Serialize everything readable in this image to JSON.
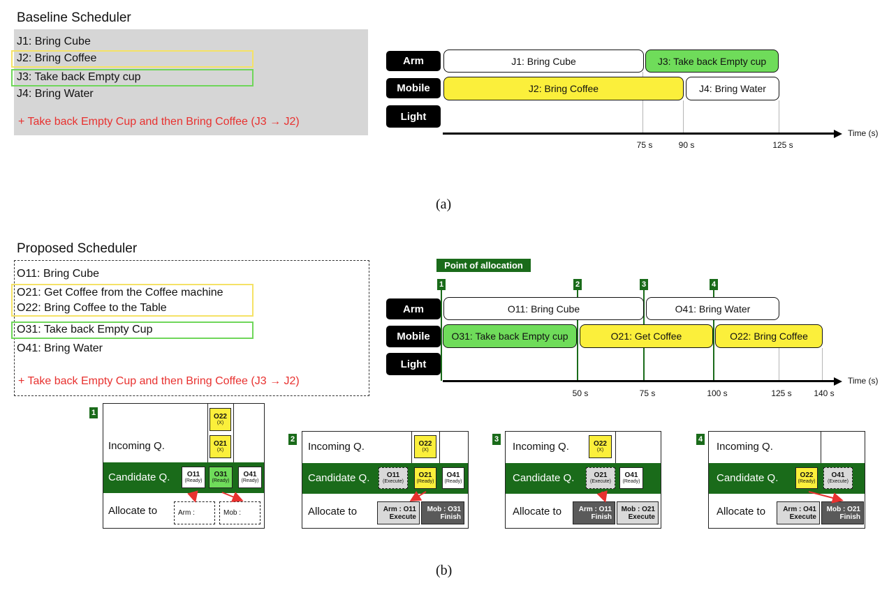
{
  "baseline": {
    "title": "Baseline Scheduler",
    "jobs": [
      "J1: Bring Cube",
      "J2: Bring Coffee",
      "J3: Take back Empty cup",
      "J4: Bring Water"
    ],
    "note": "+ Take back Empty Cup and then Bring Coffee (J3 → J2)"
  },
  "proposed": {
    "title": "Proposed Scheduler",
    "ops": [
      "O11: Bring Cube",
      "O21: Get Coffee from the Coffee machine",
      "O22: Bring Coffee to the Table",
      "O31: Take back Empty Cup",
      "O41: Bring Water"
    ],
    "note": "+ Take back Empty Cup and then Bring Coffee (J3 → J2)"
  },
  "resources": [
    "Arm",
    "Mobile",
    "Light"
  ],
  "gantt_a": {
    "bars": {
      "arm_1": "J1: Bring Cube",
      "arm_2": "J3: Take back Empty cup",
      "mobile_1": "J2: Bring Coffee",
      "mobile_2": "J4: Bring Water"
    },
    "ticks": [
      "75 s",
      "90 s",
      "125 s"
    ],
    "axis_title": "Time (s)"
  },
  "gantt_b": {
    "point_label": "Point of allocation",
    "points": [
      "1",
      "2",
      "3",
      "4"
    ],
    "bars": {
      "arm_1": "O11: Bring Cube",
      "arm_2": "O41: Bring Water",
      "mobile_1": "O31: Take back Empty cup",
      "mobile_2": "O21: Get Coffee",
      "mobile_3": "O22: Bring Coffee"
    },
    "ticks": [
      "50 s",
      "75 s",
      "100 s",
      "125 s",
      "140 s"
    ],
    "axis_title": "Time (s)"
  },
  "queue_labels": {
    "incoming": "Incoming Q.",
    "candidate": "Candidate Q.",
    "allocate": "Allocate to"
  },
  "panels": [
    {
      "num": "1",
      "incoming": [
        {
          "name": "O22",
          "state": "(X)"
        },
        {
          "name": "O21",
          "state": "(X)"
        }
      ],
      "candidate": [
        {
          "name": "O11",
          "state": "(Ready)"
        },
        {
          "name": "O31",
          "state": "(Ready)"
        },
        {
          "name": "O41",
          "state": "(Ready)"
        }
      ],
      "alloc": [
        {
          "line1": "Arm :",
          "line2": ""
        },
        {
          "line1": "Mob :",
          "line2": ""
        }
      ]
    },
    {
      "num": "2",
      "incoming": [
        {
          "name": "O22",
          "state": "(X)"
        }
      ],
      "candidate": [
        {
          "name": "O11",
          "state": "(Execute)"
        },
        {
          "name": "O21",
          "state": "(Ready)"
        },
        {
          "name": "O41",
          "state": "(Ready)"
        }
      ],
      "alloc": [
        {
          "line1": "Arm : O11",
          "line2": "Execute"
        },
        {
          "line1": "Mob : O31",
          "line2": "Finish"
        }
      ]
    },
    {
      "num": "3",
      "incoming": [
        {
          "name": "O22",
          "state": "(X)"
        }
      ],
      "candidate": [
        {
          "name": "O21",
          "state": "(Execute)"
        },
        {
          "name": "O41",
          "state": "(Ready)"
        }
      ],
      "alloc": [
        {
          "line1": "Arm : O11",
          "line2": "Finish"
        },
        {
          "line1": "Mob : O21",
          "line2": "Execute"
        }
      ]
    },
    {
      "num": "4",
      "candidate": [
        {
          "name": "O22",
          "state": "(Ready)"
        },
        {
          "name": "O41",
          "state": "(Execute)"
        }
      ],
      "alloc": [
        {
          "line1": "Arm : O41",
          "line2": "Execute"
        },
        {
          "line1": "Mob : O21",
          "line2": "Finish"
        }
      ]
    }
  ],
  "captions": {
    "a": "(a)",
    "b": "(b)"
  },
  "colors": {
    "yellow": "#fbef3b",
    "green": "#6fdc5a",
    "dark_green": "#1a6b1a",
    "red": "#e8312f",
    "grey_box": "#d6d6d6",
    "light_chip": "#d9d9d9",
    "dark_chip": "#5a5a5a"
  }
}
